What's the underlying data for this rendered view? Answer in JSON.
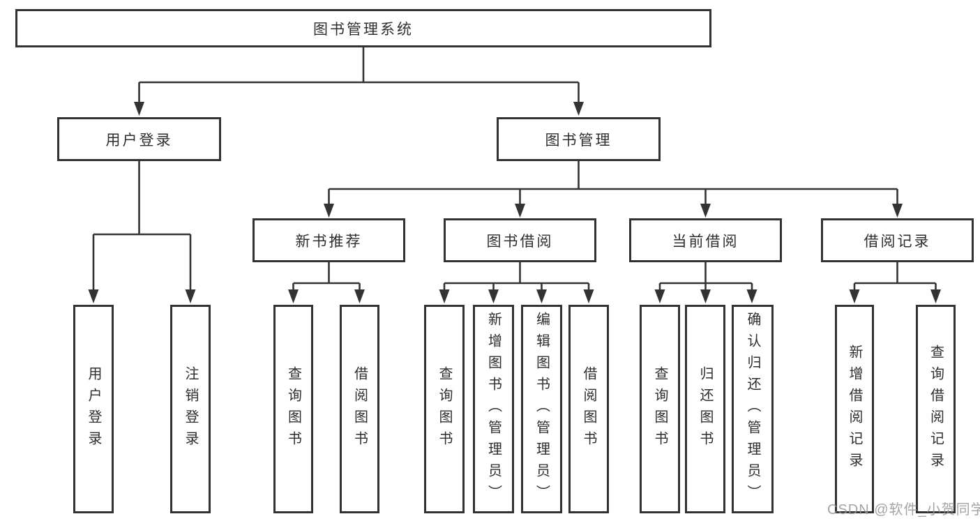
{
  "colors": {
    "background": "#ffffff",
    "line": "#333333",
    "box_border": "#323232",
    "text": "#2e2e2e",
    "watermark": "#949494"
  },
  "watermark": {
    "text": "CSDN @软件_小贺同学"
  },
  "tree": {
    "root": {
      "label": "图书管理系统"
    },
    "level2": [
      {
        "label": "用户登录"
      },
      {
        "label": "图书管理"
      }
    ],
    "level3": [
      {
        "label": "新书推荐"
      },
      {
        "label": "图书借阅"
      },
      {
        "label": "当前借阅"
      },
      {
        "label": "借阅记录"
      }
    ],
    "leaves": {
      "user_login": [
        "用户登录",
        "注销登录"
      ],
      "new_book_recommend": [
        "查询图书",
        "借阅图书"
      ],
      "book_borrow": [
        "查询图书",
        "新增图书（管理员）",
        "编辑图书（管理员）",
        "借阅图书"
      ],
      "current_borrow": [
        "查询图书",
        "归还图书",
        "确认归还（管理员）"
      ],
      "borrow_records": [
        "新增借阅记录",
        "查询借阅记录"
      ]
    }
  }
}
